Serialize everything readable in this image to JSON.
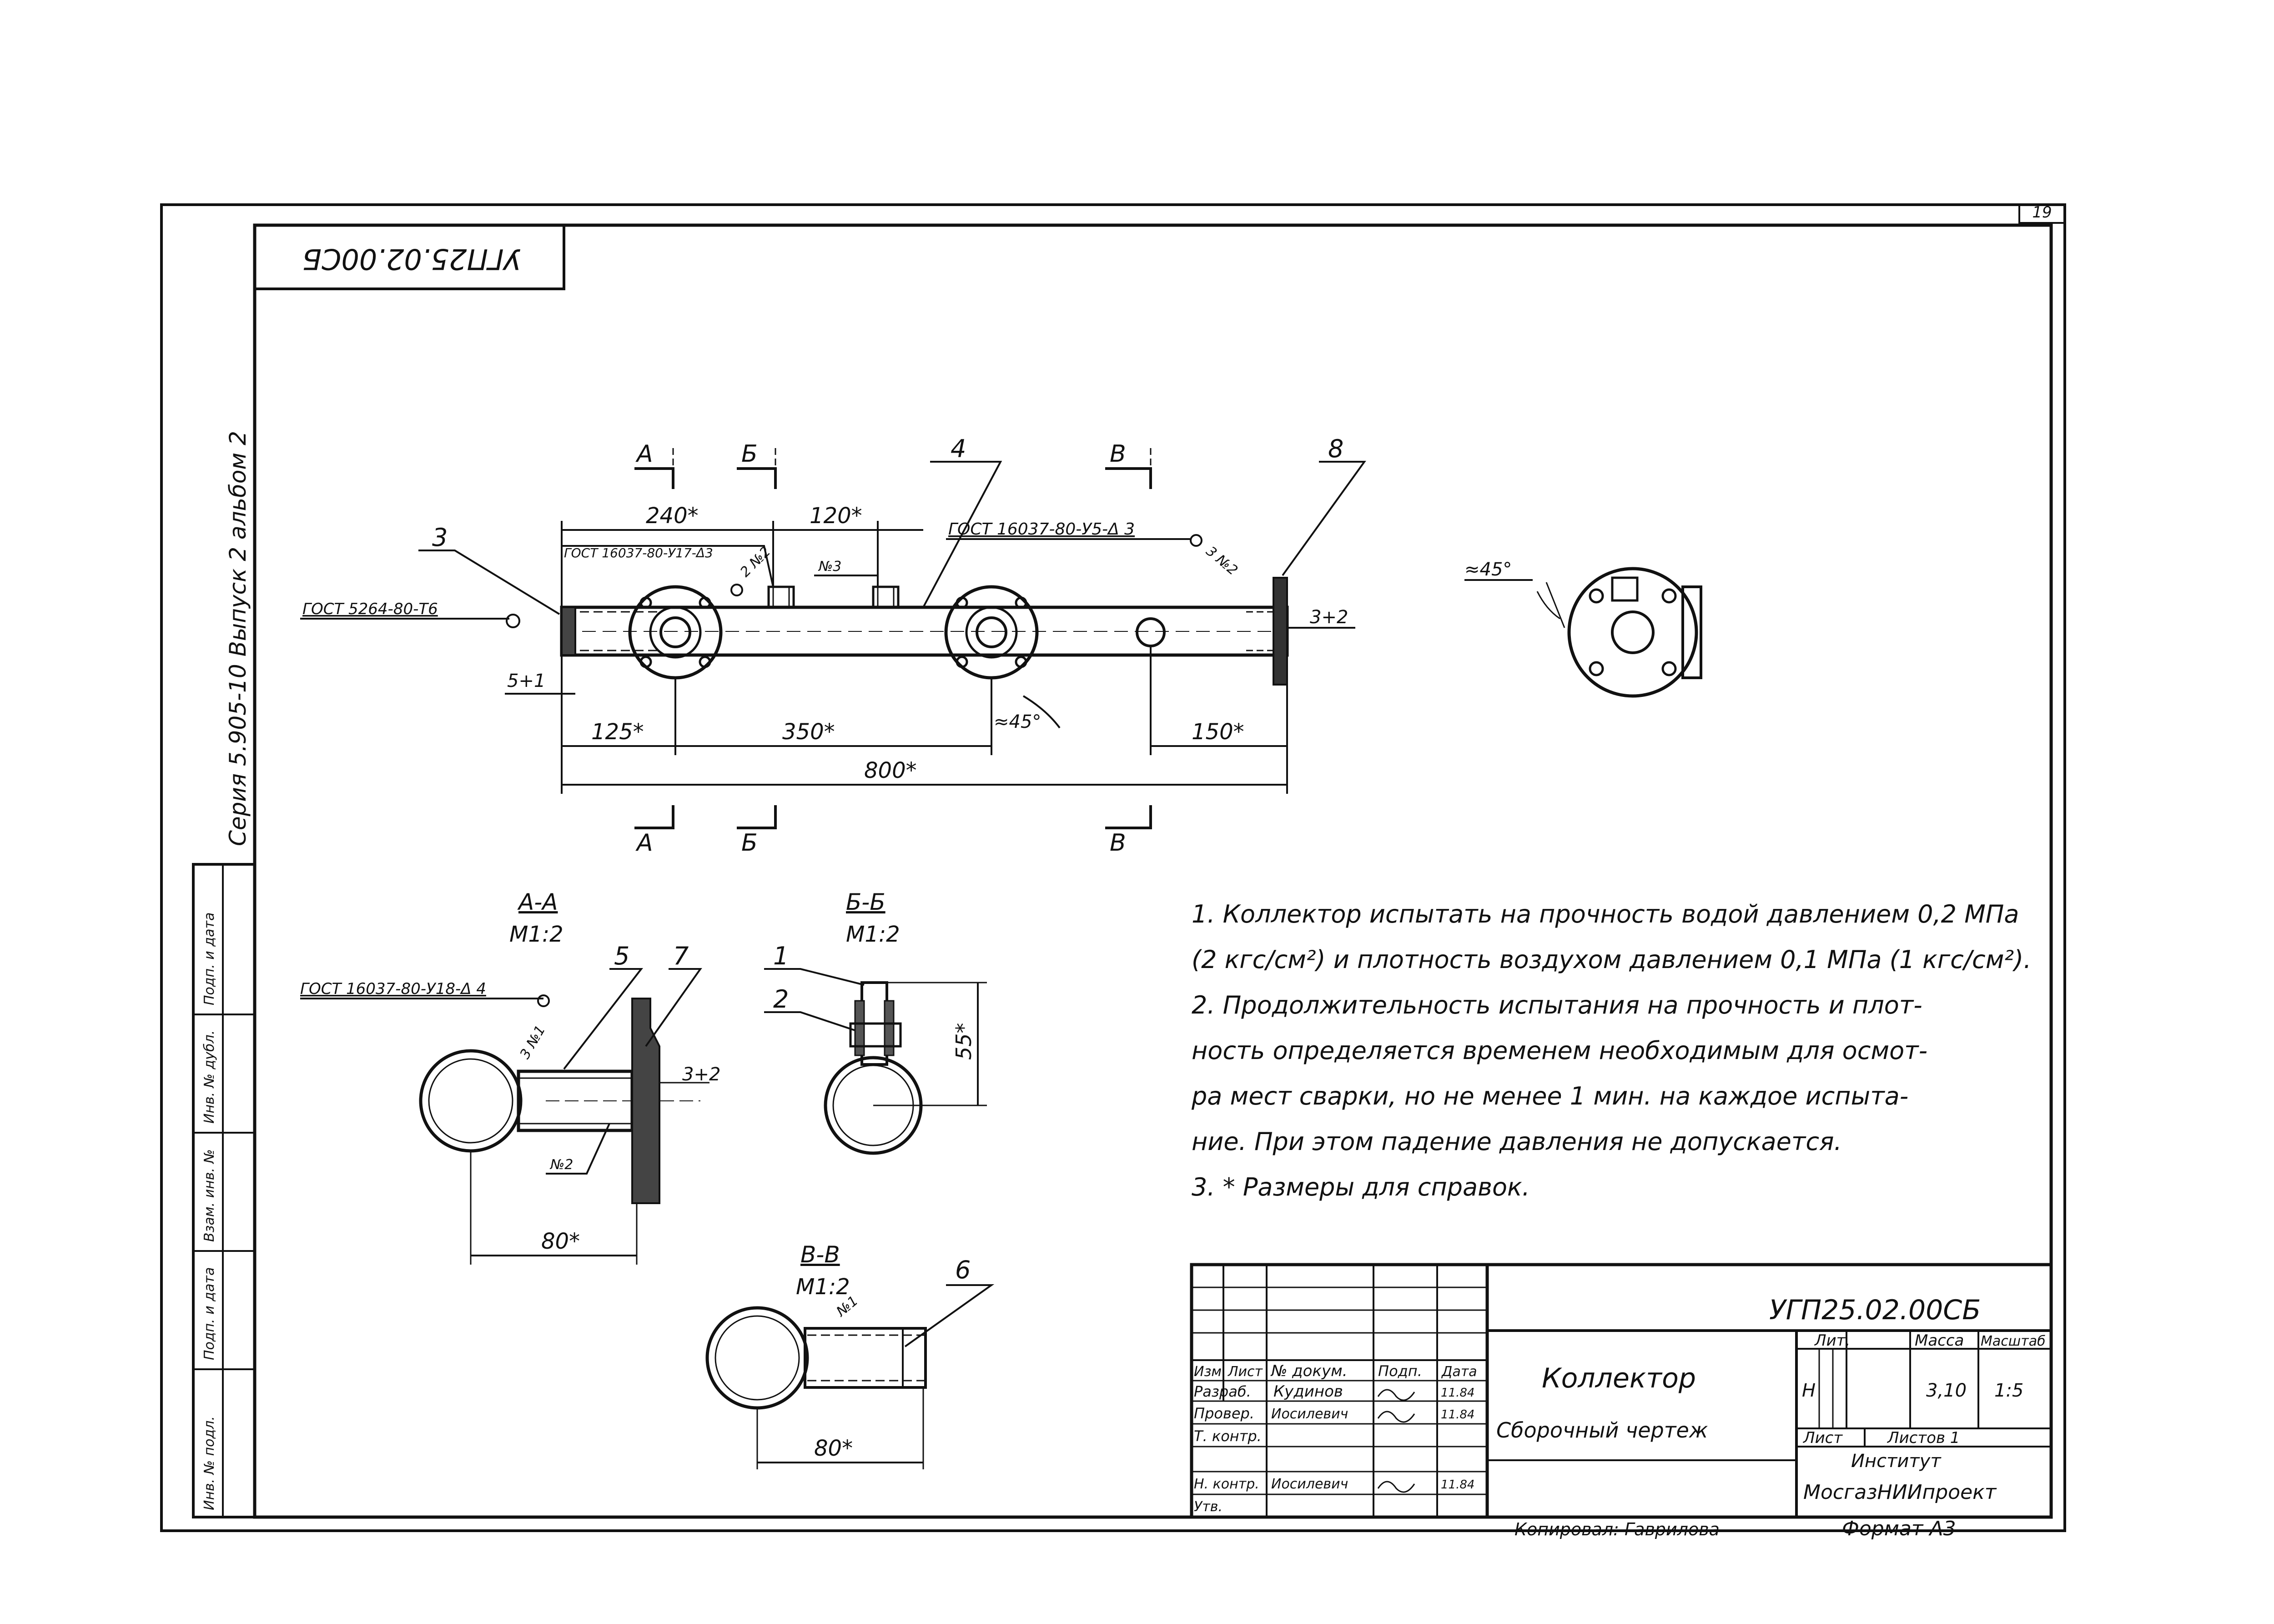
{
  "stamp_top": "УГП25.02.00СБ",
  "page_number": "19",
  "series_text": "Серия 5.905-10  Выпуск 2  альбом 2",
  "main_view": {
    "gost_flange": "ГОСТ 16037-80-У5-Δ 3",
    "gost_left_cap": "ГОСТ 5264-80-Т6",
    "gost_boss": "ГОСТ 16037-80-У17-Δ3",
    "callouts": [
      "3",
      "4",
      "8"
    ],
    "weld_no2": "2 №2",
    "weld_no3_top": "№3",
    "weld_no2_right": "3 №2",
    "dims": {
      "d240": "240*",
      "d120": "120*",
      "d125": "125*",
      "d350": "350*",
      "d150": "150*",
      "d800": "800*",
      "gap_left": "5+1",
      "gap_right": "3+2",
      "angle": "≈45°"
    },
    "section_marks": [
      "А",
      "Б",
      "В"
    ]
  },
  "side_view": {
    "angle": "≈45°"
  },
  "section_aa": {
    "title": "А-А",
    "scale": "М1:2",
    "gost": "ГОСТ 16037-80-У18-Δ 4",
    "callouts": [
      "5",
      "7"
    ],
    "weld": "3 №1",
    "weld2": "№2",
    "gap": "3+2",
    "dim": "80*"
  },
  "section_bb": {
    "title": "Б-Б",
    "scale": "М1:2",
    "callouts": [
      "1",
      "2"
    ],
    "dim": "55*"
  },
  "section_vv": {
    "title": "В-В",
    "scale": "М1:2",
    "callout": "6",
    "weld": "№1",
    "dim": "80*"
  },
  "notes": [
    "1. Коллектор испытать на прочность водой давлением 0,2 МПа",
    "(2 кгс/см²) и плотность воздухом давлением 0,1 МПа (1 кгс/см²).",
    "2. Продолжительность испытания на прочность и плот-",
    "ность определяется временем необходимым для осмот-",
    "ра мест сварки, но не менее 1 мин. на каждое испыта-",
    "ние. При этом падение давления не допускается.",
    "3. * Размеры для справок."
  ],
  "title_block": {
    "doc_code": "УГП25.02.00СБ",
    "name": "Коллектор",
    "doc_type": "Сборочный чертеж",
    "hdr_izm": "Изм",
    "hdr_list": "Лист",
    "hdr_doc": "№ докум.",
    "hdr_sign": "Подп.",
    "hdr_date": "Дата",
    "row_razrab": "Разраб.",
    "row_prover": "Провер.",
    "row_tkontr": "Т. контр.",
    "row_nkontr": "Н. контр.",
    "row_utv": "Утв.",
    "razrab_name": "Кудинов",
    "prover_name": "Иосилевич",
    "nkontr_name": "Иосилевич",
    "date1": "11.84",
    "date2": "11.84",
    "date3": "11.84",
    "lit_label": "Лит.",
    "mass_label": "Масса",
    "scale_label": "Масштаб",
    "lit_value": "Н",
    "mass_value": "3,10",
    "scale_value": "1:5",
    "sheet_label": "Лист",
    "sheets_label": "Листов 1",
    "institute_line1": "Институт",
    "institute_line2": "МосгазНИИпроект",
    "copied_by": "Копировал: Гаврилова",
    "format": "Формат А3"
  },
  "side_stamp": {
    "c1": "Инв. № подл.",
    "c2": "Подп. и дата",
    "c3": "Взам. инв. №",
    "c4": "Инв. № дубл.",
    "c5": "Подп. и дата"
  }
}
